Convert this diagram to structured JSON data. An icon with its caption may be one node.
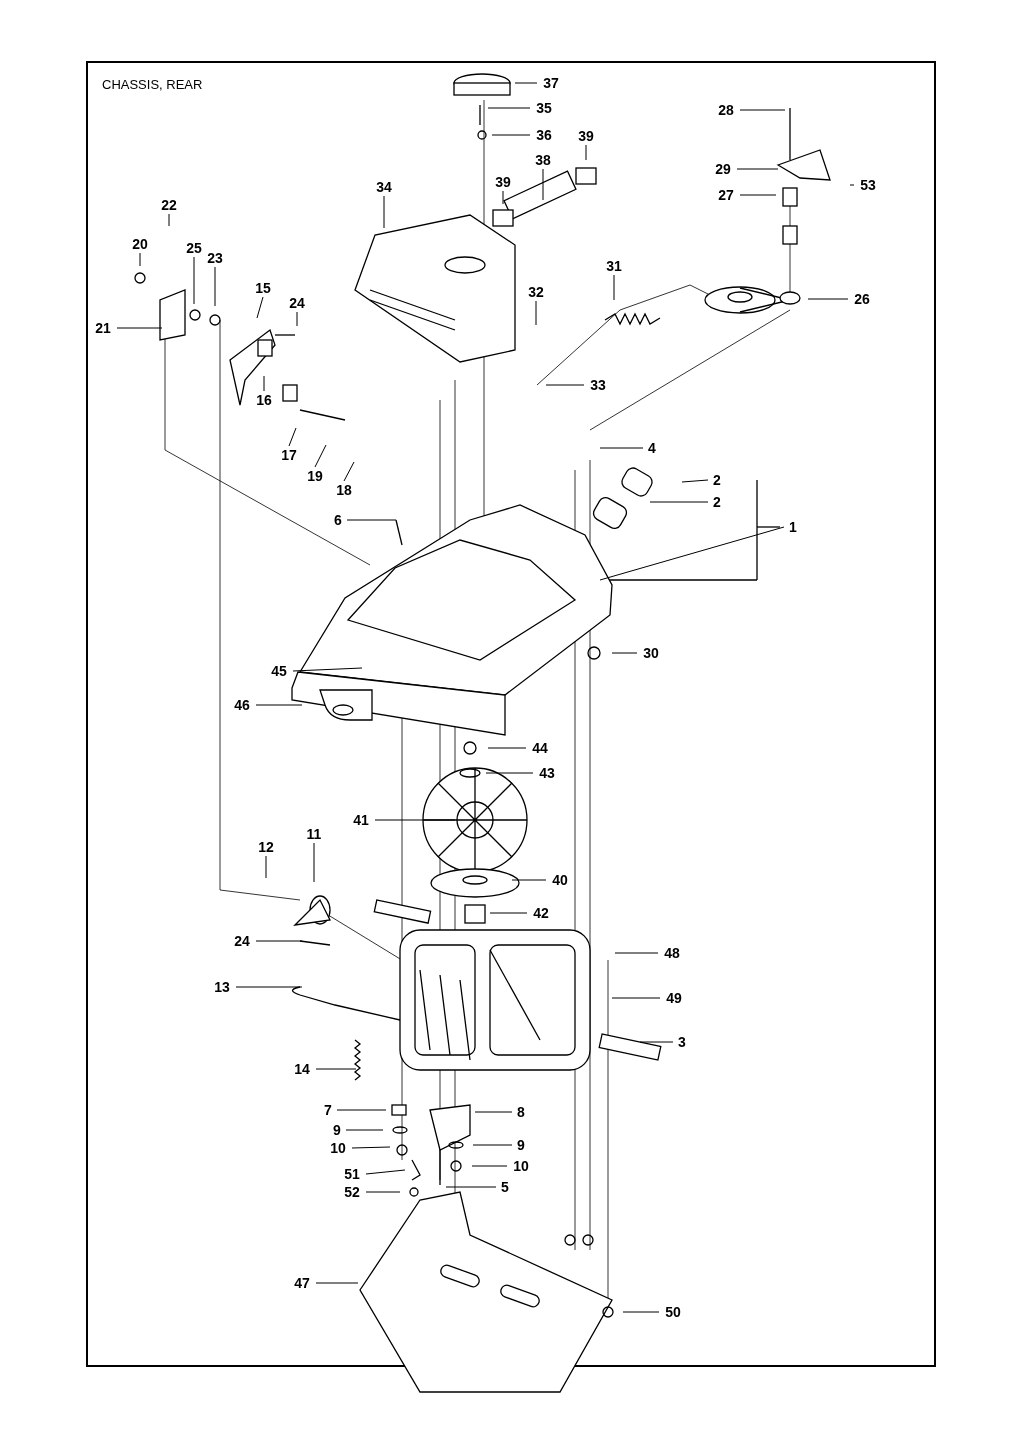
{
  "diagram": {
    "title": "CHASSIS, REAR",
    "nodes": [
      {
        "text": [
          "37"
        ]
      },
      {
        "text": [
          "35"
        ]
      },
      {
        "text": [
          "28"
        ]
      },
      {
        "text": [
          "36"
        ]
      },
      {
        "text": [
          "39"
        ]
      },
      {
        "text": [
          "38"
        ]
      },
      {
        "text": [
          "29"
        ]
      },
      {
        "text": [
          "39"
        ]
      },
      {
        "text": [
          "34"
        ]
      },
      {
        "text": [
          "53"
        ]
      },
      {
        "text": [
          "27"
        ]
      },
      {
        "text": [
          "22"
        ]
      },
      {
        "text": [
          "20"
        ]
      },
      {
        "text": [
          "25"
        ]
      },
      {
        "text": [
          "23"
        ]
      },
      {
        "text": [
          "31"
        ]
      },
      {
        "text": [
          "15"
        ]
      },
      {
        "text": [
          "32"
        ]
      },
      {
        "text": [
          "24"
        ]
      },
      {
        "text": [
          "26"
        ]
      },
      {
        "text": [
          "21"
        ]
      },
      {
        "text": [
          "33"
        ]
      },
      {
        "text": [
          "16"
        ]
      },
      {
        "text": [
          "17"
        ]
      },
      {
        "text": [
          "4"
        ]
      },
      {
        "text": [
          "19"
        ]
      },
      {
        "text": [
          "2"
        ]
      },
      {
        "text": [
          "18"
        ]
      },
      {
        "text": [
          "2"
        ]
      },
      {
        "text": [
          "6"
        ]
      },
      {
        "text": [
          "1"
        ]
      },
      {
        "text": [
          "30"
        ]
      },
      {
        "text": [
          "45"
        ]
      },
      {
        "text": [
          "46"
        ]
      },
      {
        "text": [
          "44"
        ]
      },
      {
        "text": [
          "43"
        ]
      },
      {
        "text": [
          "41"
        ]
      },
      {
        "text": [
          "11"
        ]
      },
      {
        "text": [
          "12"
        ]
      },
      {
        "text": [
          "40"
        ]
      },
      {
        "text": [
          "42"
        ]
      },
      {
        "text": [
          "24"
        ]
      },
      {
        "text": [
          "48"
        ]
      },
      {
        "text": [
          "13"
        ]
      },
      {
        "text": [
          "49"
        ]
      },
      {
        "text": [
          "3"
        ]
      },
      {
        "text": [
          "14"
        ]
      },
      {
        "text": [
          "7"
        ]
      },
      {
        "text": [
          "8"
        ]
      },
      {
        "text": [
          "9"
        ]
      },
      {
        "text": [
          "9"
        ]
      },
      {
        "text": [
          "10"
        ]
      },
      {
        "text": [
          "10"
        ]
      },
      {
        "text": [
          "51"
        ]
      },
      {
        "text": [
          "5"
        ]
      },
      {
        "text": [
          "52"
        ]
      },
      {
        "text": [
          "47"
        ]
      },
      {
        "text": [
          "50"
        ]
      }
    ],
    "edges": [
      {
        "from": 0,
        "to": null,
        "arrow": "none"
      },
      {
        "from": 1,
        "to": null,
        "arrow": "none"
      },
      {
        "from": 2,
        "to": null,
        "arrow": "none"
      },
      {
        "from": 3,
        "to": null,
        "arrow": "none"
      },
      {
        "from": 4,
        "to": null,
        "arrow": "none"
      },
      {
        "from": 5,
        "to": null,
        "arrow": "none"
      },
      {
        "from": 6,
        "to": null,
        "arrow": "none"
      },
      {
        "from": 7,
        "to": null,
        "arrow": "none"
      },
      {
        "from": 8,
        "to": null,
        "arrow": "none"
      },
      {
        "from": 9,
        "to": null,
        "arrow": "none"
      },
      {
        "from": 10,
        "to": null,
        "arrow": "none"
      },
      {
        "from": 11,
        "to": null,
        "arrow": "none"
      },
      {
        "from": 12,
        "to": null,
        "arrow": "none"
      },
      {
        "from": 13,
        "to": null,
        "arrow": "none"
      },
      {
        "from": 14,
        "to": null,
        "arrow": "none"
      },
      {
        "from": 15,
        "to": null,
        "arrow": "none"
      },
      {
        "from": 16,
        "to": null,
        "arrow": "none"
      },
      {
        "from": 17,
        "to": null,
        "arrow": "none"
      },
      {
        "from": 18,
        "to": null,
        "arrow": "none"
      },
      {
        "from": 19,
        "to": null,
        "arrow": "none"
      },
      {
        "from": 20,
        "to": null,
        "arrow": "none"
      },
      {
        "from": 21,
        "to": null,
        "arrow": "none"
      },
      {
        "from": 22,
        "to": null,
        "arrow": "none"
      },
      {
        "from": 23,
        "to": null,
        "arrow": "none"
      },
      {
        "from": 24,
        "to": null,
        "arrow": "none"
      },
      {
        "from": 25,
        "to": null,
        "arrow": "none"
      },
      {
        "from": 26,
        "to": null,
        "arrow": "none"
      },
      {
        "from": 27,
        "to": null,
        "arrow": "none"
      },
      {
        "from": 28,
        "to": null,
        "arrow": "none"
      },
      {
        "from": 29,
        "to": null,
        "arrow": "none"
      },
      {
        "from": 30,
        "to": null,
        "arrow": "none"
      },
      {
        "from": 31,
        "to": null,
        "arrow": "none"
      },
      {
        "from": 32,
        "to": null,
        "arrow": "none"
      },
      {
        "from": 33,
        "to": null,
        "arrow": "none"
      },
      {
        "from": 34,
        "to": null,
        "arrow": "none"
      },
      {
        "from": 35,
        "to": null,
        "arrow": "none"
      },
      {
        "from": 36,
        "to": null,
        "arrow": "none"
      },
      {
        "from": 37,
        "to": null,
        "arrow": "none"
      },
      {
        "from": 38,
        "to": null,
        "arrow": "none"
      },
      {
        "from": 39,
        "to": null,
        "arrow": "none"
      },
      {
        "from": 40,
        "to": null,
        "arrow": "none"
      },
      {
        "from": 41,
        "to": null,
        "arrow": "none"
      },
      {
        "from": 42,
        "to": null,
        "arrow": "none"
      },
      {
        "from": 43,
        "to": null,
        "arrow": "none"
      },
      {
        "from": 44,
        "to": null,
        "arrow": "none"
      },
      {
        "from": 45,
        "to": null,
        "arrow": "none"
      },
      {
        "from": 46,
        "to": null,
        "arrow": "none"
      },
      {
        "from": 47,
        "to": null,
        "arrow": "none"
      },
      {
        "from": 48,
        "to": null,
        "arrow": "none"
      },
      {
        "from": 49,
        "to": null,
        "arrow": "none"
      },
      {
        "from": 50,
        "to": null,
        "arrow": "none"
      },
      {
        "from": 51,
        "to": null,
        "arrow": "none"
      },
      {
        "from": 52,
        "to": null,
        "arrow": "none"
      },
      {
        "from": 53,
        "to": null,
        "arrow": "none"
      },
      {
        "from": 54,
        "to": null,
        "arrow": "none"
      },
      {
        "from": 55,
        "to": null,
        "arrow": "none"
      },
      {
        "from": 56,
        "to": null,
        "arrow": "none"
      },
      {
        "from": 57,
        "to": null,
        "arrow": "none"
      }
    ]
  }
}
